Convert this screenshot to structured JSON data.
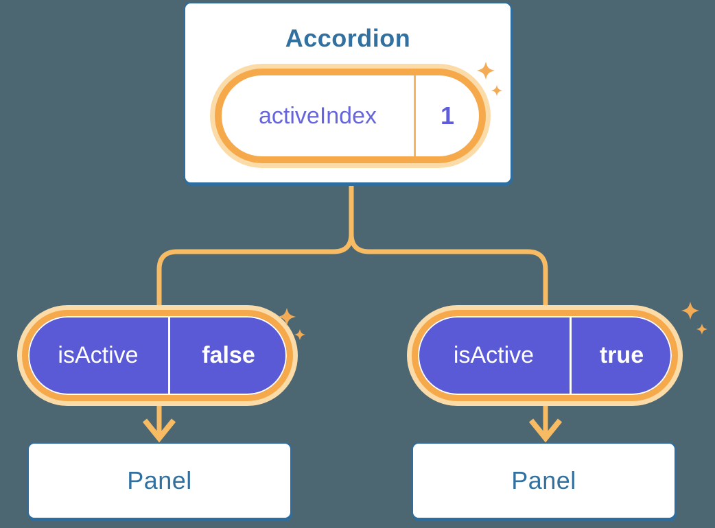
{
  "diagram": {
    "accordion": {
      "title": "Accordion",
      "state_pill": {
        "label": "activeIndex",
        "value": "1"
      }
    },
    "branches": [
      {
        "prop_pill": {
          "label": "isActive",
          "value": "false"
        },
        "panel": {
          "title": "Panel"
        }
      },
      {
        "prop_pill": {
          "label": "isActive",
          "value": "true"
        },
        "panel": {
          "title": "Panel"
        }
      }
    ],
    "colors": {
      "background": "#4C6772",
      "card_border": "#2E6D9E",
      "heading_text": "#31709F",
      "connector": "#F7BB63",
      "pill_ring": "#F5A94B",
      "pill_halo": "#FBDCA9",
      "pill_fill_purple": "#5B5AD6",
      "state_text_purple": "#6765DE",
      "sparkle": "#F3AC55"
    }
  }
}
